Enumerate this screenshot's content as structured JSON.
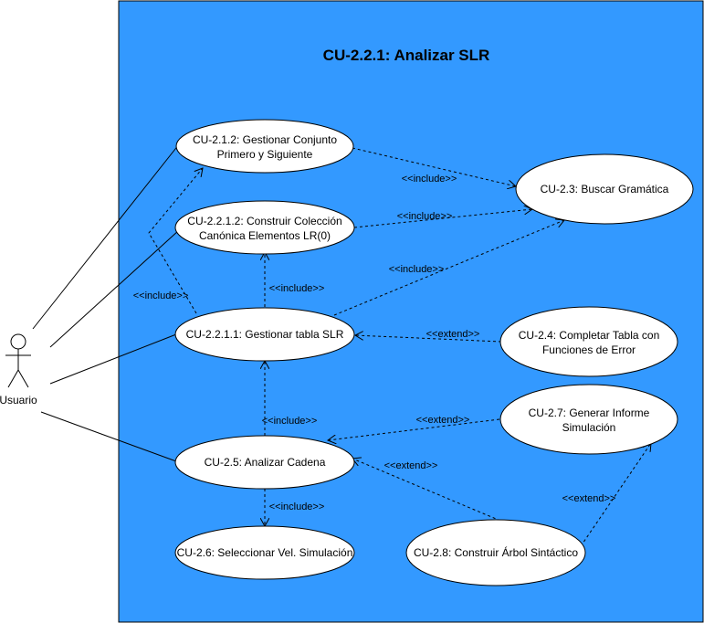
{
  "system": {
    "title": "CU-2.2.1: Analizar SLR",
    "color": "#3399ff"
  },
  "actor": {
    "label": "Usuario"
  },
  "use_cases": {
    "uc212": [
      "CU-2.1.2: Gestionar Conjunto",
      "Primero y Siguiente"
    ],
    "uc2212": [
      "CU-2.2.1.2: Construir Colección",
      "Canónica Elementos LR(0)"
    ],
    "uc23": [
      "CU-2.3: Buscar Gramática"
    ],
    "uc2211": [
      "CU-2.2.1.1: Gestionar tabla SLR"
    ],
    "uc24": [
      "CU-2.4: Completar Tabla con",
      "Funciones de Error"
    ],
    "uc27": [
      "CU-2.7: Generar Informe",
      "Simulación"
    ],
    "uc25": [
      "CU-2.5: Analizar Cadena"
    ],
    "uc26": [
      "CU-2.6: Seleccionar Vel. Simulación"
    ],
    "uc28": [
      "CU-2.8: Construir Árbol Sintáctico"
    ]
  },
  "relations": {
    "include": "<<include>>",
    "extend": "<<extend>>"
  }
}
